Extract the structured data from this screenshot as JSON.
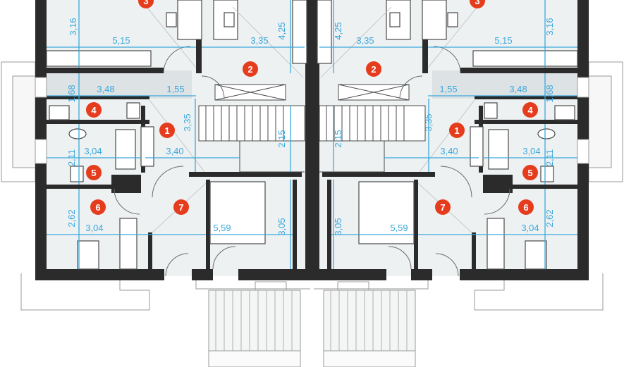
{
  "colors": {
    "wall": "#2b2b2b",
    "floor": "#eef1f2",
    "dimension": "#3aa8dc",
    "room_badge": "#e63c1e",
    "fixture": "#4a4a4a",
    "outline": "#9a9a9a"
  },
  "rooms": {
    "left": [
      "3",
      "2",
      "4",
      "1",
      "5",
      "6",
      "7"
    ],
    "right": [
      "3",
      "2",
      "4",
      "1",
      "5",
      "6",
      "7"
    ]
  },
  "dimensions": {
    "left": {
      "d_316": "3,16",
      "d_515": "5,15",
      "d_335_top": "3,35",
      "d_425": "4,25",
      "d_168": "1,68",
      "d_348": "3,48",
      "d_155": "1,55",
      "d_335_side": "3,35",
      "d_304_mid": "3,04",
      "d_340": "3,40",
      "d_211": "2,11",
      "d_215": "2,15",
      "d_262": "2,62",
      "d_304_bottom": "3,04",
      "d_559": "5,59",
      "d_305": "3,05"
    },
    "right": {
      "d_425": "4,25",
      "d_335_top": "3,35",
      "d_515": "5,15",
      "d_316": "3,16",
      "d_155": "1,55",
      "d_348": "3,48",
      "d_168": "1,68",
      "d_335_side": "3,35",
      "d_215": "2,15",
      "d_340": "3,40",
      "d_304_mid": "3,04",
      "d_211": "2,11",
      "d_305": "3,05",
      "d_559": "5,59",
      "d_304_bottom": "3,04",
      "d_262": "2,62"
    }
  }
}
